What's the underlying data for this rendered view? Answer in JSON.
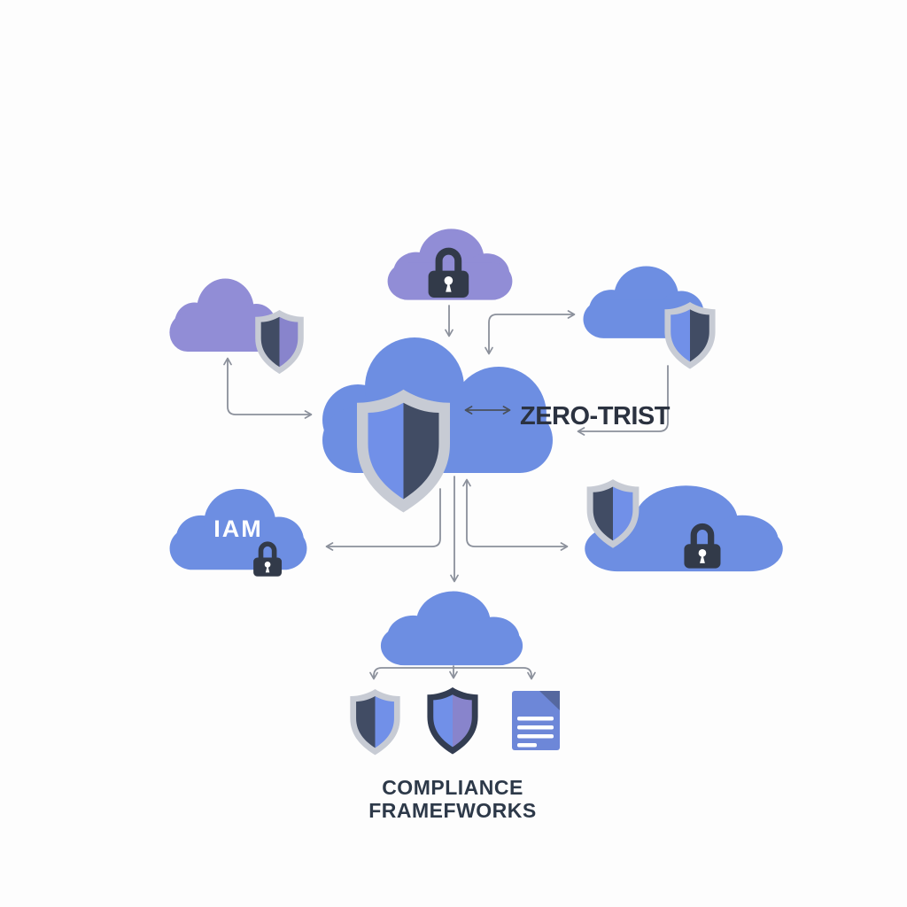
{
  "diagram": {
    "title_hint": "cloud security architecture illustration",
    "background": "#fdfdfd",
    "labels": {
      "central_label": "ZERO-TRIST",
      "iam_label": "IAM",
      "compliance_label_line1": "COMPLIANCE",
      "compliance_label_line2": "FRAMEFWORKS"
    },
    "colors": {
      "cloud_blue": "#6d8ee2",
      "cloud_purple": "#918dd6",
      "shield_border_silver": "#c7cbd4",
      "shield_border_dark": "#333d52",
      "shield_dark": "#414c64",
      "shield_blue": "#7190e8",
      "shield_purple": "#8884cc",
      "padlock_dark": "#323a49",
      "keyhole_white": "#ffffff",
      "document_blue": "#6d87d8",
      "document_fold": "#55689f",
      "document_lines": "#ffffff",
      "connector_gray": "#8b909b",
      "connector_dark": "#4a505c",
      "label_dark": "#2b3240",
      "label_navy": "#2d3949",
      "label_white": "#ffffff"
    },
    "nodes": [
      {
        "id": "cloud-padlock-top",
        "icon": "cloud-padlock-icon",
        "label": ""
      },
      {
        "id": "cloud-shield-top-left",
        "icon": "cloud-shield-icon",
        "label": ""
      },
      {
        "id": "cloud-shield-top-right",
        "icon": "cloud-shield-icon",
        "label": ""
      },
      {
        "id": "cloud-shield-central",
        "icon": "cloud-shield-icon",
        "label": "ZERO-TRIST"
      },
      {
        "id": "cloud-iam",
        "icon": "cloud-padlock-icon",
        "label": "IAM"
      },
      {
        "id": "cloud-shield-lock-right",
        "icon": "cloud-shield-padlock-icon",
        "label": ""
      },
      {
        "id": "cloud-compliance",
        "icon": "cloud-icon",
        "label": "COMPLIANCE FRAMEFWORKS",
        "children_icons": [
          "shield-icon",
          "shield-icon",
          "document-icon"
        ]
      }
    ]
  }
}
